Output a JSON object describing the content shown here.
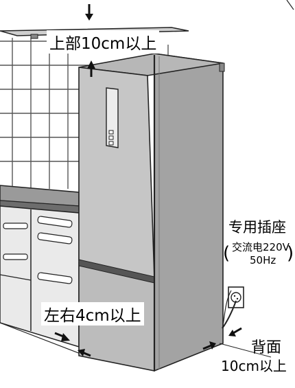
{
  "labels": {
    "top_clearance": "上部10cm以上",
    "side_clearance": "左右4cm以上",
    "outlet_title": "专用插座",
    "outlet_power": "交流电220V",
    "outlet_freq": "50Hz",
    "back_label": "背面",
    "back_clearance": "10cm以上"
  }
}
